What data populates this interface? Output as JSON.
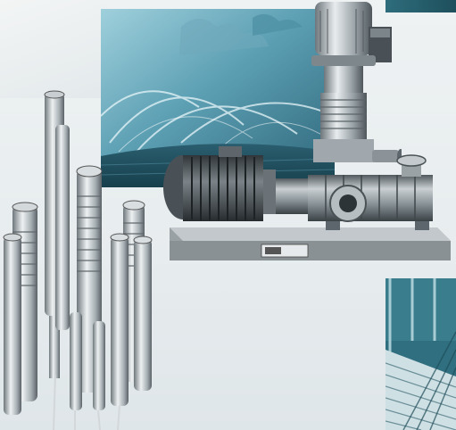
{
  "scene": {
    "description_free": true,
    "colors": {
      "background": "#e9eef0",
      "sky_panel": "#3f7f95",
      "sky_panel_light": "#8fc1cf",
      "steel_light": "#d7dde0",
      "steel_mid": "#a9b2b7",
      "steel_dark": "#5d666c",
      "motor_dark": "#3e4448",
      "base_grey": "#8d9397",
      "corner_teal": "#2f6f80"
    },
    "objects": [
      {
        "name": "irrigation-photo",
        "kind": "photo"
      },
      {
        "name": "submersible-pumps",
        "kind": "product-group",
        "count": 9
      },
      {
        "name": "vertical-multistage-pump",
        "kind": "product"
      },
      {
        "name": "horizontal-multistage-pump",
        "kind": "product"
      },
      {
        "name": "corner-architecture-photo",
        "kind": "photo"
      }
    ]
  }
}
